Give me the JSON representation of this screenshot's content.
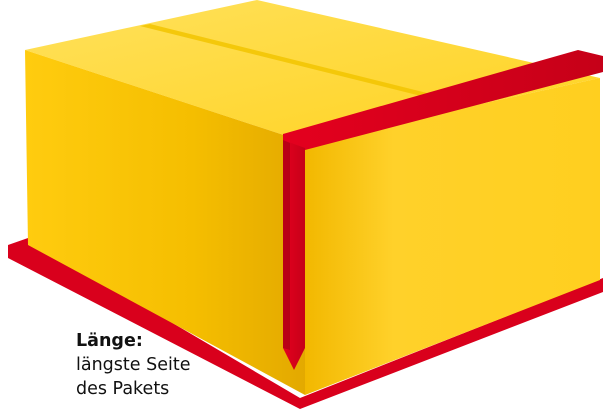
{
  "diagram": {
    "subject": "Paket",
    "measurement": {
      "title": "Länge:",
      "description_line1": "längste Seite",
      "description_line2": "des Pakets"
    },
    "colors": {
      "box_top": "#FFD84A",
      "box_front": "#F7C300",
      "box_right": "#FFCC1A",
      "measure_band": "#D9001C",
      "measure_band_dark": "#8E0010"
    }
  }
}
